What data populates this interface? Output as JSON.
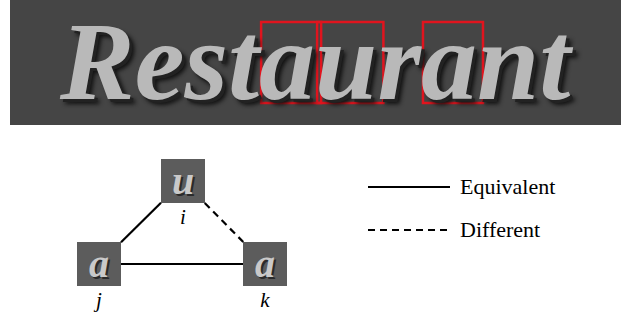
{
  "diagram": {
    "nodes": [
      {
        "text": [
          "u",
          "i"
        ]
      },
      {
        "text": [
          "a",
          "j"
        ]
      },
      {
        "text": [
          "a",
          "k"
        ]
      }
    ],
    "edges": [
      {
        "from": 0,
        "to": 1,
        "arrow": "none"
      },
      {
        "from": 1,
        "to": 2,
        "arrow": "none"
      },
      {
        "from": 0,
        "to": 2,
        "arrow": "none"
      }
    ],
    "labels": [
      "Restaurant"
    ],
    "legend": [
      {
        "text": "Equivalent"
      },
      {
        "text": "Different"
      }
    ]
  }
}
